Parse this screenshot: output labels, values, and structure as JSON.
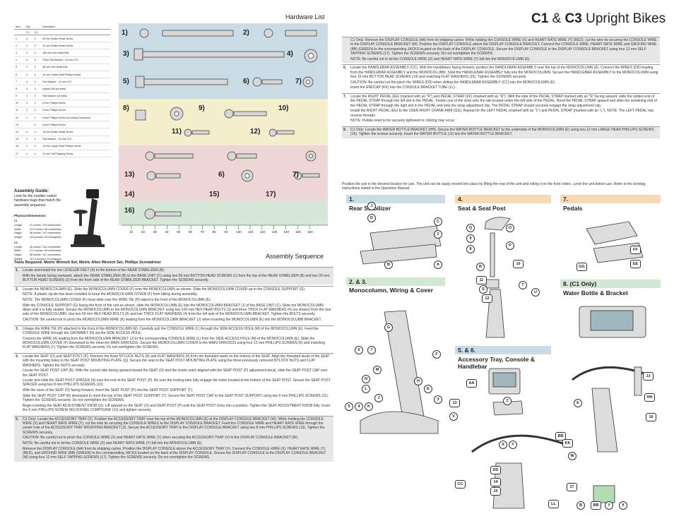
{
  "title": {
    "c1": "C1",
    "amp": "&",
    "c3": "C3",
    "rest": "Upright Bikes"
  },
  "hardware_list": "Hardware List",
  "parts_table": {
    "headers": [
      "Item",
      "Qty",
      "Description"
    ],
    "subheaders": [
      "C1",
      "C3"
    ],
    "rows": [
      [
        "1",
        "2",
        "2",
        "50 mm Button Head Screw"
      ],
      [
        "2",
        "2",
        "2",
        "20 mm Button Head Screw"
      ],
      [
        "3",
        "2",
        "2",
        "100 mm Hex Head Bolt"
      ],
      [
        "4",
        "5",
        "5",
        "Thick Flat Washer - 16 mm O.D."
      ],
      [
        "5",
        "2",
        "2",
        "60 mm Hex Head Bolt"
      ],
      [
        "6",
        "4",
        "4",
        "12 mm Small Head Phillips Screw"
      ],
      [
        "7",
        "4",
        "4",
        "Flat Washer - 12 mm O.D."
      ],
      [
        "8",
        "3",
        "3",
        "Nylock Nut (on seat)"
      ],
      [
        "9",
        "3",
        "3",
        "Flat Washer (on seat)"
      ],
      [
        "10",
        "2",
        "2",
        "8 mm Phillips Screw"
      ],
      [
        "11",
        "2",
        "2",
        "6 mm Phillips Screw"
      ],
      [
        "12",
        "1",
        "1",
        "6 mm Phillips Screw w/Locking Compound"
      ],
      [
        "13",
        "",
        "2",
        "8 mm Phillips Screw"
      ],
      [
        "14",
        "4",
        "4",
        "15 mm Button Head Screw"
      ],
      [
        "15",
        "4",
        "4",
        "Flat Washer - 10 mm O.D."
      ],
      [
        "16",
        "2",
        "0",
        "12 mm Large Head Phillips Screw"
      ],
      [
        "17",
        "4",
        "4",
        "12 mm Self-Tapping Screw"
      ]
    ]
  },
  "hw_labels": [
    "1)",
    "2)",
    "3)",
    "4)",
    "5)",
    "6)",
    "7)",
    "8)",
    "9)",
    "10)",
    "11)",
    "12)",
    "13)",
    "6)",
    "7)",
    "14)",
    "15)",
    "17)",
    "16)"
  ],
  "ruler": [
    "10",
    "20",
    "30",
    "40",
    "50",
    "60",
    "70",
    "80",
    "90",
    "100",
    "110",
    "120",
    "130",
    "140",
    "150",
    "160"
  ],
  "assembly_guide": {
    "title": "Assembly Guide:",
    "text": "Look for the number coded hardware bags that match the assembly sequence."
  },
  "dimensions": {
    "title": "Physical Dimensions:",
    "c1": {
      "name": "C1",
      "lines": [
        [
          "Length:",
          "41 inches / 104 centimeters"
        ],
        [
          "Width:",
          "22.5 inches / 58 centimeters"
        ],
        [
          "Height:",
          "58 inches / 147 centimeters"
        ],
        [
          "Weight:",
          "116 pounds / 52.6 kilograms"
        ]
      ]
    },
    "c3": {
      "name": "C3",
      "lines": [
        [
          "Length:",
          "45 inches / 114 centimeters"
        ],
        [
          "Width:",
          "27.2 inches / 69 centimeters"
        ],
        [
          "Height:",
          "58 inches / 147 centimeters"
        ],
        [
          "Weight:",
          "112.4 pounds / 51 kilograms"
        ]
      ]
    }
  },
  "assembly_sequence": "Assembly Sequence",
  "tools": "Tools Required: Metric Wrench Set, Metric Allen Wrench Set, Phillips Screwdriver",
  "steps_left": [
    {
      "n": "1.",
      "paras": [
        "Locate and install the two LEVELER FEET (A) to the bottom of the REAR STABILIZER (B).",
        "With the bends facing rearward, attach the REAR STABILIZER (B) to the BASE UNIT (C) using two 50 mm BUTTON HEAD SCREWS (1) from the top of the REAR STABILIZER (B) and two 20 mm BUTTON HEAD SCREWS (2) from the front side of the REAR STABILIZER BRACKET. Tighten the SCREWS securely."
      ]
    },
    {
      "n": "2.",
      "paras": [
        "Locate the MONOCOLUMN (E). Slide the MONOCOLUMN COVER (F) onto the MONOCOLUMN as shown. Slide the MONOCOLUMN COVER up to the CONSOLE SUPPORT (G).",
        "NOTE: A plastic zip-tie has been installed to keep the MONOCOLUMN COVER (F) from falling during assembly.",
        "NOTE: The MONOCOLUMN COVER (F) must slide over the WIRE TIE (H) taped to the front of the MONOCOLUMN (E).",
        "With the CONSOLE SUPPORT (G) facing the front of the unit as shown, slide the MONOCOLUMN (E) into the MONOCOLUMN BRACKET (J) of the BASE UNIT (C). Slide the MONOCOLUMN down until it is fully seated. Secure the MONOCOLUMN to the MONOCOLUMN BRACKET using two 100 mm HEX HEAD BOLTS (3) and three THICK FLAT WASHERS (4) (as shown) from the rear side of the MONOCOLUMN. Use two 60 mm HEX HEAD BOLTS (5) and two THICK FLAT WASHERS (4) from the left side of the MONOCOLUMN BRACKET. Tighten the BOLTS securely.",
        "CAUTION: Be careful not to pinch the MONOCOLUMN WIRE (K) leading from the MONOCOLUMN BRACKET (J) when inserting the MONOCOLUMN (E) into the MONOCOLUMN BRACKET."
      ]
    },
    {
      "n": "3.",
      "paras": [
        "Untape the WIRE TIE (H) attached to the front of the MONOCOLUMN (E). Carefully pull the CONSOLE WIRE (L) through the SIDE ACCESS HOLE (M) of the MONOCOLUMN (E). Feed the CONSOLE WIRE through the GROMMET (N) via the SIDE ACCESS HOLE.",
        "Connect the WIRE (K) leading from the MONOCOLUMN BRACKET (J) to the corresponding CONSOLE WIRE (L) from the SIDE ACCESS HOLE (M) of the MONOCOLUMN (E). Slide the MONOCOLUMN COVER (F) downward to the meet the MAIN SHROUDS. Secure the MONOCOLUMN COVER to the MAIN SHROUDS using four 12 mm PHILLIPS SCREWS (6) and matching FLAT WASHERS (7). Tighten the SCREWS securely. Do not overtighten the SCREWS."
      ]
    },
    {
      "n": "4.",
      "paras": [
        "Locate the SEAT (O) and SEAT POST (P). Remove the three NYLOCK NUTS (8) and FLAT WASHERS (9) from the threaded studs on the bottom of the SEAT. Align the threaded studs of the SEAT with the mounting holes in the SEAT POST MOUNTING PLATE (Q). Secure the seat to the SEAT POST MOUNTING PLATE using the three previously removed NYLOCK NUTS and FLAT WASHERS. Tighten the NUTS securely.",
        "Locate the SEAT POST CAP (R). With the curved side facing upward toward the SEAT (O) and the inside notch aligned with the SEAT POST (P) adjustment decal, slide the SEAT POST CAP over the SEAT POST.",
        "Locate and slide the SEAT POST SPACER (S) over the end of the SEAT POST (P). Be sure the locking tabs fully engage the holes located at the bottom of the SEAT POST. Secure the SEAT POST SPACER using two 8 mm PHILLIPS SCREWS (10).",
        "With the nose of the SEAT (O) facing forward, insert the SEAT POST (P) into the SEAT POST SUPPORT (T).",
        "Slide the SEAT POST CAP (R) downward to meet the top of the SEAT POST SUPPORT (T). Secure the SEAT POST CAP to the SEAT POST SUPPORT using two 6 mm PHILLIPS SCREWS (11). Tighten the SCREWS securely. Do not overtighten the SCREWS.",
        "Begin inserting the SEAT ADJUSTMENT KNOB (U). Lift upward on the SEAT (O) and SEAT POST (P) until the SEAT POST locks into a position. Tighten the SEAT ADJUSTMENT KNOB fully. Insert the 6 mm PHILLIPS SCREW W/LOCKING COMPOUND (12) and tighten securely."
      ]
    },
    {
      "n": "5.",
      "paras": [
        "C3 Only: Locate the ACCESSORY TRAY (V). Position the ACCESSORY TRAY near the top of the MONOCOLUMN (E) at the DISPLAY CONSOLE BRACKET (W). While holding the CONSOLE WIRE (X) and HEART RATE WIRE (Y), cut the wire tie securing the CONSOLE WIRES to the DISPLAY CONSOLE BRACKET. Feed the CONSOLE WIRE and HEART RATE WIRE through the center hole of the ACCESSORY TRAY MOUNTING BRACKET (Z). Secure the ACCESSORY TRAY to the DISPLAY CONSOLE BRACKET using two 8 mm PHILLIPS SCREWS (13). Tighten the SCREWS securely.",
        "CAUTION: Be careful not to pinch the CONSOLE WIRE (X) and HEART RATE WIRE (Y) when securing the ACCESSORY TRAY (V) to the DISPLAY CONSOLE BRACKET (W).",
        "NOTE: Be careful not to let the CONSOLE WIRE (X) and HEART RATE WIRE (Y) fall into the MONOCOLUMN (E).",
        "Remove the DISPLAY CONSOLE (AA) from its shipping carton. Position the DISPLAY CONSOLE above the ACCESSORY TRAY (V). Connect the CONSOLE WIRE (X), HEART RATE WIRE (Y) (RED), and GROUND WIRE (BB) (GREEN) to the corresponding JACKS located on the back of the DISPLAY CONSOLE. Secure the DISPLAY CONSOLE to the DISPLAY CONSOLE BRACKET (W) using four 12 mm SELF TAPPING SCREWS (17). Tighten the SCREWS securely. Do not overtighten the SCREWS."
      ]
    }
  ],
  "steps_right": [
    {
      "n": "",
      "paras": [
        "C1 Only: Remove the DISPLAY CONSOLE (AA) from its shipping carton. While holding the CONSOLE WIRE (X) and HEART RATE WIRE (Y) (RED), cut the wire tie securing the CONSOLE WIRE to the DISPLAY CONSOLE BRACKET (W). Position the DISPLAY CONSOLE above the DISPLAY CONSOLE BRACKET. Connect the CONSOLE WIRE, HEART RATE WIRE and GROUND WIRE (BB) (GREEN) to the corresponding JACKS located on the back of the DISPLAY CONSOLE. Secure the DISPLAY CONSOLE to the DISPLAY CONSOLE BRACKET using four 12 mm SELF TAPPING SCREWS (17). Tighten the SCREWS securely. Do not overtighten the SCREWS.",
        "NOTE: Be careful not to let the CONSOLE WIRE (X) and HEART RATE WIRE (Y) fall into the MONOCOLUMN (E)."
      ]
    },
    {
      "n": "6.",
      "paras": [
        "Locate the HANDLEBAR ASSEMBLY (CC). With the handlebars facing forward, position the HANDLEBAR ASSEMBLY near the top of the MONOCOLUMN (E). Connect the WIRES (DD) leading from the HANDLEBAR ASSEMBLY and the MONOCOLUMN. Slide the HANDLEBAR ASSEMBLY fully into the MONOCOLUMN. Secure the HANDLEBAR ASSEMBLY to the MONOCOLUMN using four 15 mm BUTTON HEAD SCREWS (14) and matching FLAT WASHERS (15). Tighten the SCREWS securely.",
        "CAUTION: Be careful not the pinch the WIRES (DD) when sliding the HANDLEBAR ASSEMBLY (CC) into the MONOCOLUMN (E).",
        "Insert the ENDCAP (KK) into the CONSOLE BRACKET TUBE (LL)."
      ]
    },
    {
      "n": "7.",
      "paras": [
        "Locate the RIGHT PEDAL (EE) (marked with an \"R\") and PEDAL STRAP (FF) (marked with an \"R\"). With the side of the PEDAL STRAP marked with an \"R\" facing upward, slide the slotted end of the PEDAL STRAP through the left slot in the PEDAL. Fasten one of the slots onto the tab located under the left side of the PEDAL. Bend the PEDAL STRAP upward and slide the remaining end of the PEDAL STRAP through the right slot in the PEDAL and onto the strap adjustment clip. The PEDAL STRAP should securely engage the strap adjustment clip.",
        "Install the RIGHT PEDAL (EE) to the USER RIGHT CRANK ARM (GG). Repeat for the LEFT PEDAL (marked with an \"L\") and PEDAL STRAP (marked with an \"L\"). NOTE: The LEFT PEDAL has reverse threads.",
        "NOTE: Pedals need to be securely tightened or clicking may occur."
      ]
    },
    {
      "n": "8.",
      "paras": [
        "C1 Only: Locate the WATER BOTTLE BRACKET (HH). Secure the WATER BOTTLE BRACKET to the underside of the MONOCOLUMN (E) using two 12 mm LARGE HEAD PHILLIPS SCREWS (16). Tighten the screws securely. Insert the WATER BOTTLE (JJ) into the WATER BOTTLE BRACKET."
      ]
    }
  ],
  "position_note": "Position the unit in the desired location for use. The unit can be easily moved into place by lifting the rear of the unit and rolling it on the front rollers. Level the unit before use. Refer to the leveling instructions stated in the Operation Manual.",
  "panels": {
    "p1": {
      "bar": "1.",
      "title": "Rear Stabilizer"
    },
    "p4": {
      "bar": "4.",
      "title": "Seat & Seat Post"
    },
    "p7": {
      "bar": "7.",
      "title": "Pedals"
    },
    "p23": {
      "bar": "2. & 3.",
      "title": "Monocolumn, Wiring & Cover"
    },
    "p8": {
      "bar": "8. (C1 Only)",
      "title": "Water Bottle & Bracket"
    },
    "p56": {
      "bar": "5. & 6.",
      "title": "Accessory Tray, Console & Handlebar"
    }
  },
  "callouts": {
    "p1": [
      "1",
      "D",
      "C",
      "2",
      "B",
      "A"
    ],
    "p4": [
      "Q",
      "O",
      "9",
      "P",
      "8",
      "R",
      "10",
      "11",
      "S",
      "T",
      "U",
      "12"
    ],
    "p7": [
      "FF",
      "GG",
      "EE"
    ],
    "p23": [
      "G",
      "6",
      "7",
      "F",
      "M",
      "N",
      "H",
      "L",
      "E",
      "J",
      "3",
      "5",
      "4",
      "K"
    ],
    "p8": [
      "JJ",
      "HH",
      "E",
      "16"
    ],
    "p56": [
      "AA",
      "13",
      "Z",
      "V",
      "BB",
      "X",
      "Y",
      "KK",
      "W",
      "CC",
      "DD",
      "14",
      "15",
      "17",
      "LL",
      "B",
      "BB",
      "Y",
      "X"
    ]
  },
  "colors": {
    "blue": "#c9dce6",
    "yellow": "#f3efcc",
    "pink": "#efd6d6",
    "green": "#d6e7d6",
    "bar_blue": "#c9dce6",
    "bar_orange": "#f7d9b6",
    "bar_green": "#d3e8d3",
    "bar_pink": "#efd6d6"
  }
}
